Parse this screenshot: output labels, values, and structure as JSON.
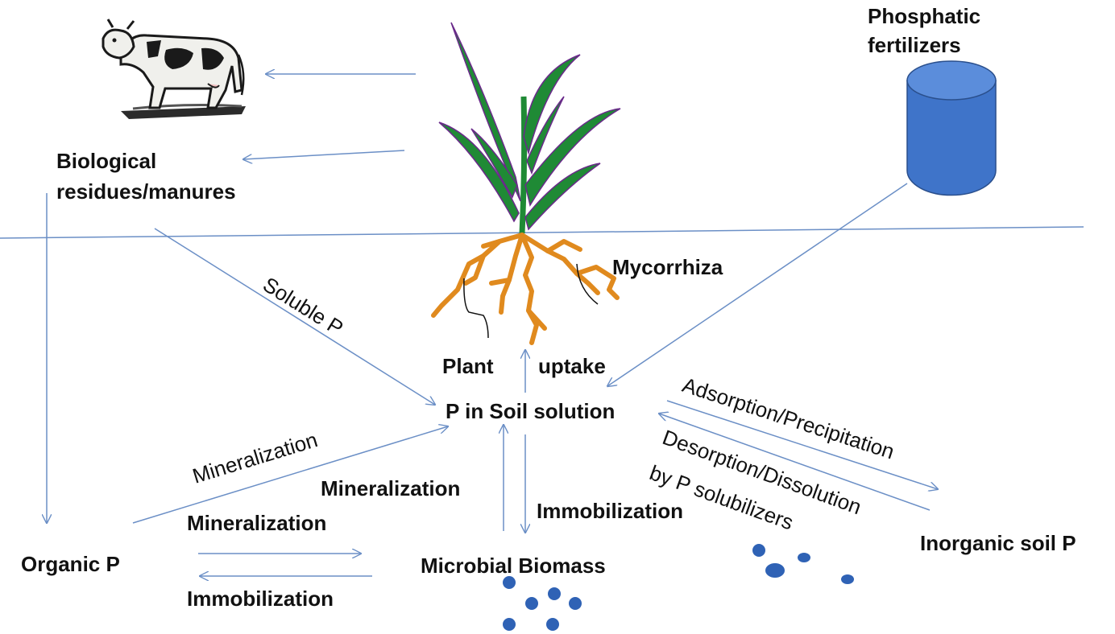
{
  "labels": {
    "phosphatic_fertilizers_line1": "Phosphatic",
    "phosphatic_fertilizers_line2": "fertilizers",
    "biological_residues_line1": "Biological",
    "biological_residues_line2": "residues/manures",
    "mycorrhiza": "Mycorrhiza",
    "soluble_p": "Soluble P",
    "plant": "Plant",
    "uptake": "uptake",
    "p_in_soil_solution": "P in Soil solution",
    "adsorption_precipitation": "Adsorption/Precipitation",
    "desorption_dissolution_line1": "Desorption/Dissolution",
    "desorption_dissolution_line2": "by P solubilizers",
    "mineralization_diagonal": "Mineralization",
    "mineralization_center": "Mineralization",
    "immobilization_center": "Immobilization",
    "mineralization_bottom": "Mineralization",
    "immobilization_bottom": "Immobilization",
    "organic_p": "Organic P",
    "microbial_biomass": "Microbial Biomass",
    "inorganic_soil_p": "Inorganic soil P"
  },
  "colors": {
    "arrow": "#6b8fc6",
    "leaf": "#1f8a35",
    "leaf_edge": "#6a2a8a",
    "root": "#e08a1e",
    "cylinder": "#3f74c9",
    "cylinder_top": "#5b8ddb",
    "particle": "#2f62b5",
    "text": "#111111"
  },
  "icons": {
    "cow": "cow-manure-icon",
    "plant": "maize-plant-icon",
    "fertilizer": "fertilizer-cylinder-icon"
  }
}
